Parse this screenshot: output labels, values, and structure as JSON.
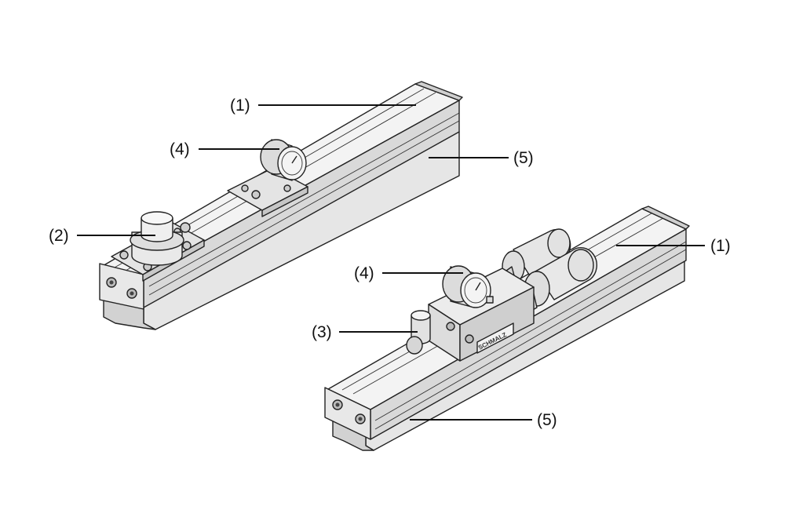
{
  "colors": {
    "rail_top": "#f1f1f1",
    "rail_side": "#d6d6d6",
    "rail_front": "#bdbdbd",
    "base_side": "#e4e4e4",
    "base_front": "#cfcfcf",
    "part_light": "#eaeaea",
    "part_mid": "#cfcfcf",
    "line": "#222222"
  },
  "assembly_left": {
    "labels": {
      "rail": "(1)",
      "gauge": "(4)",
      "base": "(5)",
      "cup": "(2)"
    }
  },
  "assembly_right": {
    "labels": {
      "rail": "(1)",
      "gauge": "(4)",
      "port": "(3)",
      "base": "(5)"
    },
    "module_brand": "SCHMALZ"
  }
}
